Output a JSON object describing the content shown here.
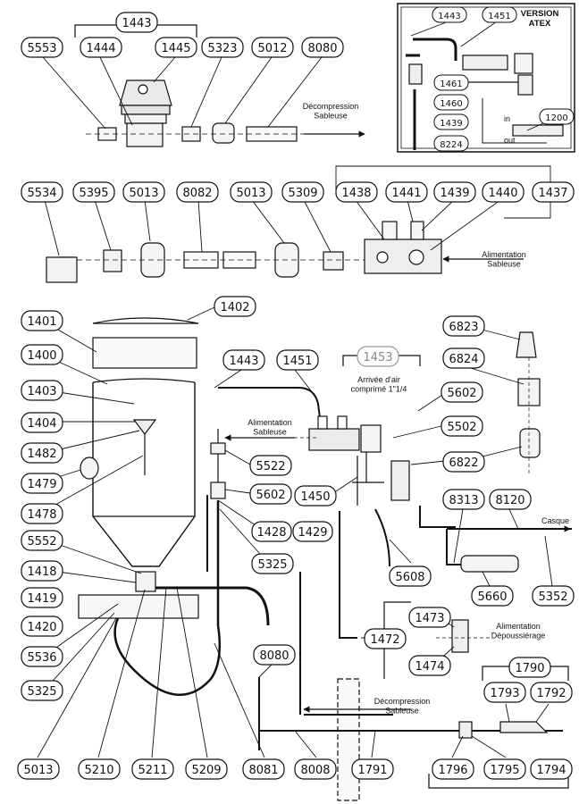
{
  "notes": {
    "version_atex": "VERSION\nATEX",
    "decomp_top": "Décompression\nSableuse",
    "alim_row2": "Alimentation\nSableuse",
    "alim_mid": "Alimentation\nSableuse",
    "arrivee_air": "Arrivée d'air\ncomprimé 1\"1/4",
    "casque": "Casque",
    "alim_depous": "Alimentation\nDépoussiérage",
    "decomp_bottom": "Décompression\nSableuse",
    "atex_in": "in",
    "atex_out": "out"
  },
  "parts": [
    {
      "id": "1443",
      "label": "1443"
    },
    {
      "id": "5553",
      "label": "5553"
    },
    {
      "id": "1444",
      "label": "1444"
    },
    {
      "id": "1445",
      "label": "1445"
    },
    {
      "id": "5323",
      "label": "5323"
    },
    {
      "id": "5012",
      "label": "5012"
    },
    {
      "id": "8080a",
      "label": "8080"
    },
    {
      "id": "1443b",
      "label": "1443"
    },
    {
      "id": "1451",
      "label": "1451"
    },
    {
      "id": "1461",
      "label": "1461"
    },
    {
      "id": "1460",
      "label": "1460"
    },
    {
      "id": "1439a",
      "label": "1439"
    },
    {
      "id": "1200",
      "label": "1200"
    },
    {
      "id": "8224",
      "label": "8224"
    },
    {
      "id": "5534",
      "label": "5534"
    },
    {
      "id": "5395",
      "label": "5395"
    },
    {
      "id": "5013a",
      "label": "5013"
    },
    {
      "id": "8082",
      "label": "8082"
    },
    {
      "id": "5013b",
      "label": "5013"
    },
    {
      "id": "5309",
      "label": "5309"
    },
    {
      "id": "1438",
      "label": "1438"
    },
    {
      "id": "1441",
      "label": "1441"
    },
    {
      "id": "1439b",
      "label": "1439"
    },
    {
      "id": "1440",
      "label": "1440"
    },
    {
      "id": "1437",
      "label": "1437"
    },
    {
      "id": "1401",
      "label": "1401"
    },
    {
      "id": "1402",
      "label": "1402"
    },
    {
      "id": "1400",
      "label": "1400"
    },
    {
      "id": "1403",
      "label": "1403"
    },
    {
      "id": "1404",
      "label": "1404"
    },
    {
      "id": "1482",
      "label": "1482"
    },
    {
      "id": "1479",
      "label": "1479"
    },
    {
      "id": "1478",
      "label": "1478"
    },
    {
      "id": "5552",
      "label": "5552"
    },
    {
      "id": "1418",
      "label": "1418"
    },
    {
      "id": "1419",
      "label": "1419"
    },
    {
      "id": "1420",
      "label": "1420"
    },
    {
      "id": "5536",
      "label": "5536"
    },
    {
      "id": "5325a",
      "label": "5325"
    },
    {
      "id": "1443c",
      "label": "1443"
    },
    {
      "id": "1451b",
      "label": "1451"
    },
    {
      "id": "1453",
      "label": "1453"
    },
    {
      "id": "5602a",
      "label": "5602"
    },
    {
      "id": "5502",
      "label": "5502"
    },
    {
      "id": "5522",
      "label": "5522"
    },
    {
      "id": "5602b",
      "label": "5602"
    },
    {
      "id": "1450",
      "label": "1450"
    },
    {
      "id": "1428",
      "label": "1428"
    },
    {
      "id": "1429",
      "label": "1429"
    },
    {
      "id": "5325b",
      "label": "5325"
    },
    {
      "id": "6823",
      "label": "6823"
    },
    {
      "id": "6824",
      "label": "6824"
    },
    {
      "id": "6822",
      "label": "6822"
    },
    {
      "id": "8313",
      "label": "8313"
    },
    {
      "id": "8120",
      "label": "8120"
    },
    {
      "id": "5608",
      "label": "5608"
    },
    {
      "id": "5660",
      "label": "5660"
    },
    {
      "id": "5352",
      "label": "5352"
    },
    {
      "id": "1473",
      "label": "1473"
    },
    {
      "id": "1472",
      "label": "1472"
    },
    {
      "id": "1474",
      "label": "1474"
    },
    {
      "id": "8080b",
      "label": "8080"
    },
    {
      "id": "1790",
      "label": "1790"
    },
    {
      "id": "1793",
      "label": "1793"
    },
    {
      "id": "1792",
      "label": "1792"
    },
    {
      "id": "5013c",
      "label": "5013"
    },
    {
      "id": "5210",
      "label": "5210"
    },
    {
      "id": "5211",
      "label": "5211"
    },
    {
      "id": "5209",
      "label": "5209"
    },
    {
      "id": "8081",
      "label": "8081"
    },
    {
      "id": "8008",
      "label": "8008"
    },
    {
      "id": "1791",
      "label": "1791"
    },
    {
      "id": "1796",
      "label": "1796"
    },
    {
      "id": "1795",
      "label": "1795"
    },
    {
      "id": "1794",
      "label": "1794"
    }
  ]
}
